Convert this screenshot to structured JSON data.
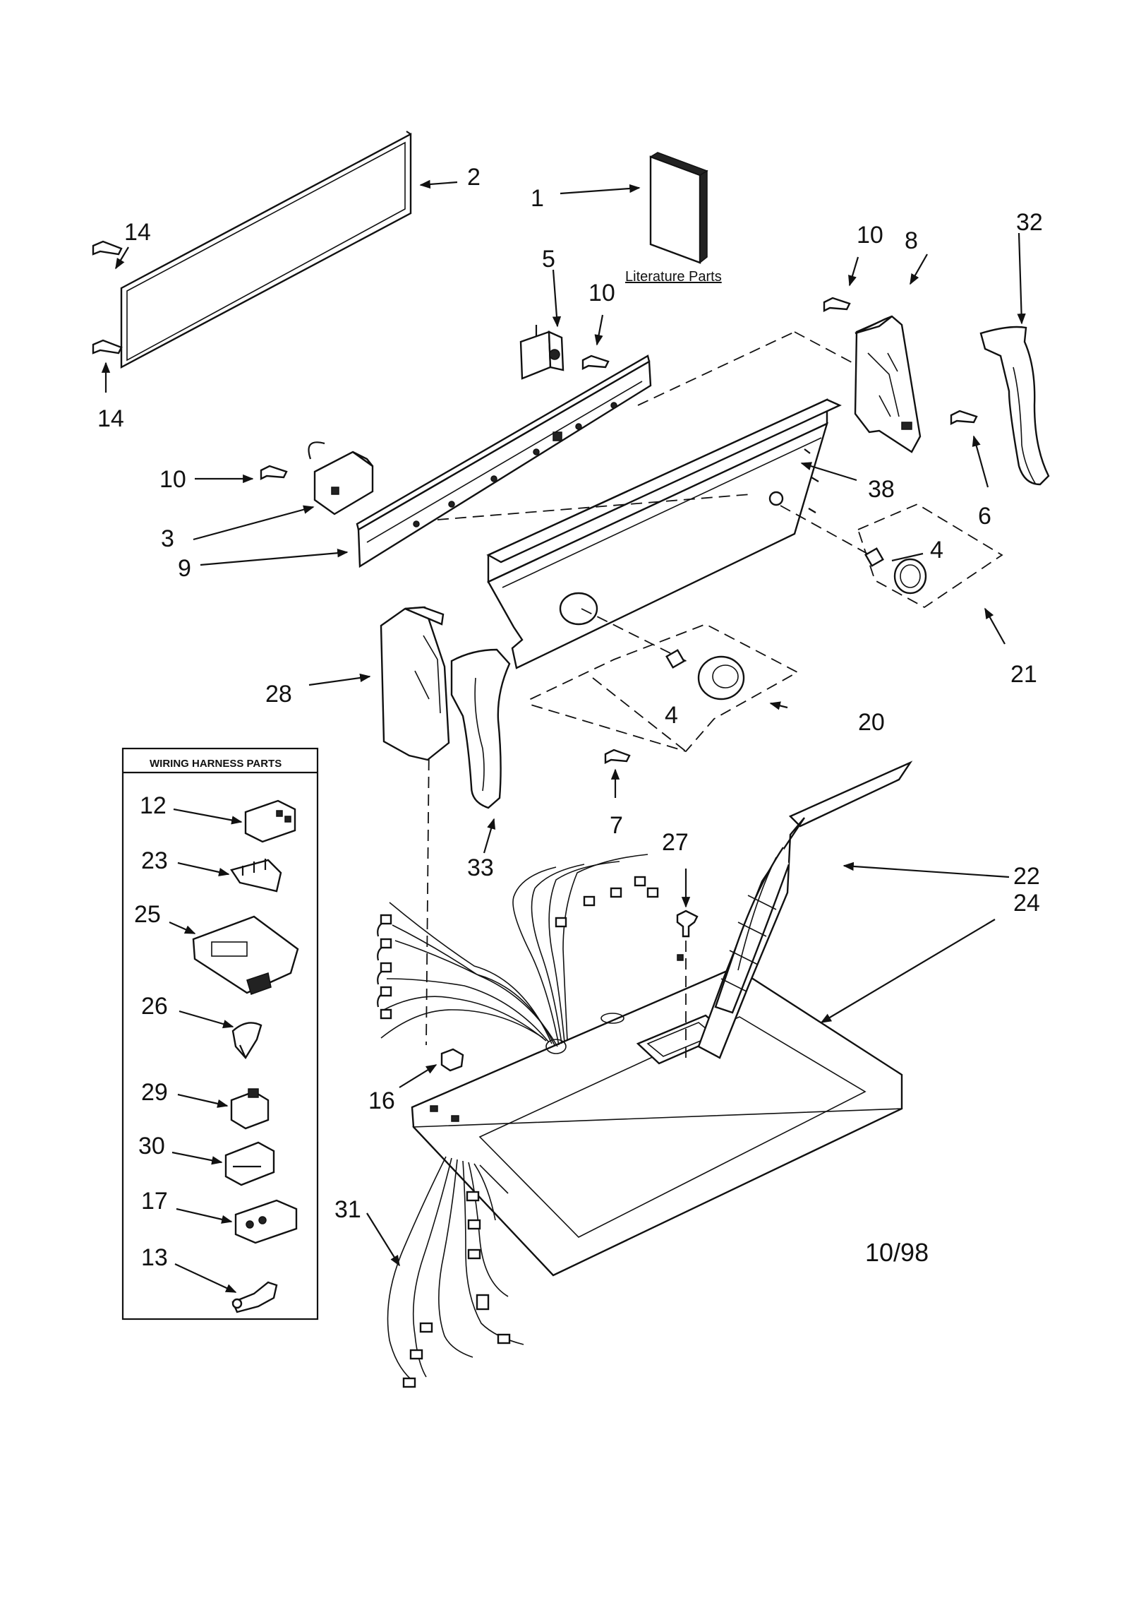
{
  "diagram": {
    "date_code": "10/98",
    "literature_label": "Literature Parts",
    "wiring_box_title": "WIRING HARNESS PARTS",
    "callouts": {
      "c2": "2",
      "c1": "1",
      "c14a": "14",
      "c14b": "14",
      "c5": "5",
      "c10a": "10",
      "c10b": "10",
      "c8": "8",
      "c32": "32",
      "c10c": "10",
      "c3": "3",
      "c9": "9",
      "c38": "38",
      "c6": "6",
      "c4a": "4",
      "c21": "21",
      "c28": "28",
      "c4b": "4",
      "c20": "20",
      "c33": "33",
      "c7": "7",
      "c27": "27",
      "c22": "22",
      "c24": "24",
      "c16": "16",
      "c31": "31",
      "w12": "12",
      "w23": "23",
      "w25": "25",
      "w26": "26",
      "w29": "29",
      "w30": "30",
      "w17": "17",
      "w13": "13"
    }
  }
}
